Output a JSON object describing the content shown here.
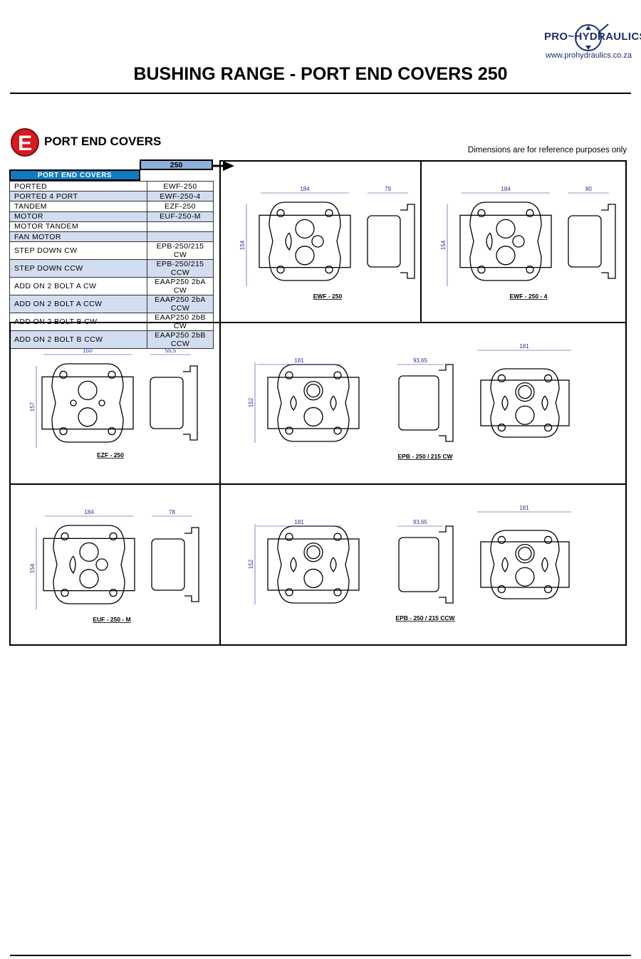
{
  "header": {
    "logo_text": "PRO~HYDRAULICS",
    "website": "www.prohydraulics.co.za",
    "title": "BUSHING RANGE - PORT END COVERS 250"
  },
  "section": {
    "letter": "E",
    "title": "PORT END COVERS",
    "note": "Dimensions are for reference purposes only"
  },
  "table": {
    "column_header": "250",
    "row_header": "PORT END COVERS",
    "rows": [
      {
        "type": "PORTED",
        "code": "EWF-250"
      },
      {
        "type": "PORTED 4 PORT",
        "code": "EWF-250-4"
      },
      {
        "type": "TANDEM",
        "code": "EZF-250"
      },
      {
        "type": "MOTOR",
        "code": "EUF-250-M"
      },
      {
        "type": "MOTOR TANDEM",
        "code": ""
      },
      {
        "type": "FAN MOTOR",
        "code": ""
      },
      {
        "type": "STEP DOWN CW",
        "code": "EPB-250/215 CW"
      },
      {
        "type": "STEP DOWN CCW",
        "code": "EPB-250/215 CCW"
      },
      {
        "type": "ADD ON 2 BOLT A CW",
        "code": "EAAP250 2bA CW"
      },
      {
        "type": "ADD ON 2 BOLT A CCW",
        "code": "EAAP250 2bA CCW"
      },
      {
        "type": "ADD ON 2 BOLT B CW",
        "code": "EAAP250 2bB CW"
      },
      {
        "type": "ADD ON 2 BOLT B CCW",
        "code": "EAAP250 2bB CCW"
      }
    ]
  },
  "drawings": [
    {
      "caption": "EWF - 250",
      "width": "184",
      "height": "154",
      "depth": "79",
      "kind": "std"
    },
    {
      "caption": "EWF - 250 - 4",
      "width": "184",
      "height": "154",
      "depth": "80",
      "kind": "std"
    },
    {
      "caption": "EZF - 250",
      "width": "150",
      "height": "157",
      "depth": "55,5",
      "kind": "tandem"
    },
    {
      "caption": "EPB - 250 / 215 CW",
      "width": "181",
      "height": "152",
      "depth": "93,65",
      "kind": "step"
    },
    {
      "caption": "EUF - 250 - M",
      "width": "184",
      "height": "154",
      "depth": "78",
      "kind": "std"
    },
    {
      "caption": "EPB - 250 / 215 CCW",
      "width": "181",
      "height": "152",
      "depth": "93,65",
      "kind": "step"
    }
  ],
  "colors": {
    "brand": "#1d2e6e",
    "badge": "#d71920",
    "table_header": "#0f7bc0",
    "column_header": "#8fb0d6",
    "row_alt": "#d2ddef",
    "dimension": "#2b2f8f"
  }
}
